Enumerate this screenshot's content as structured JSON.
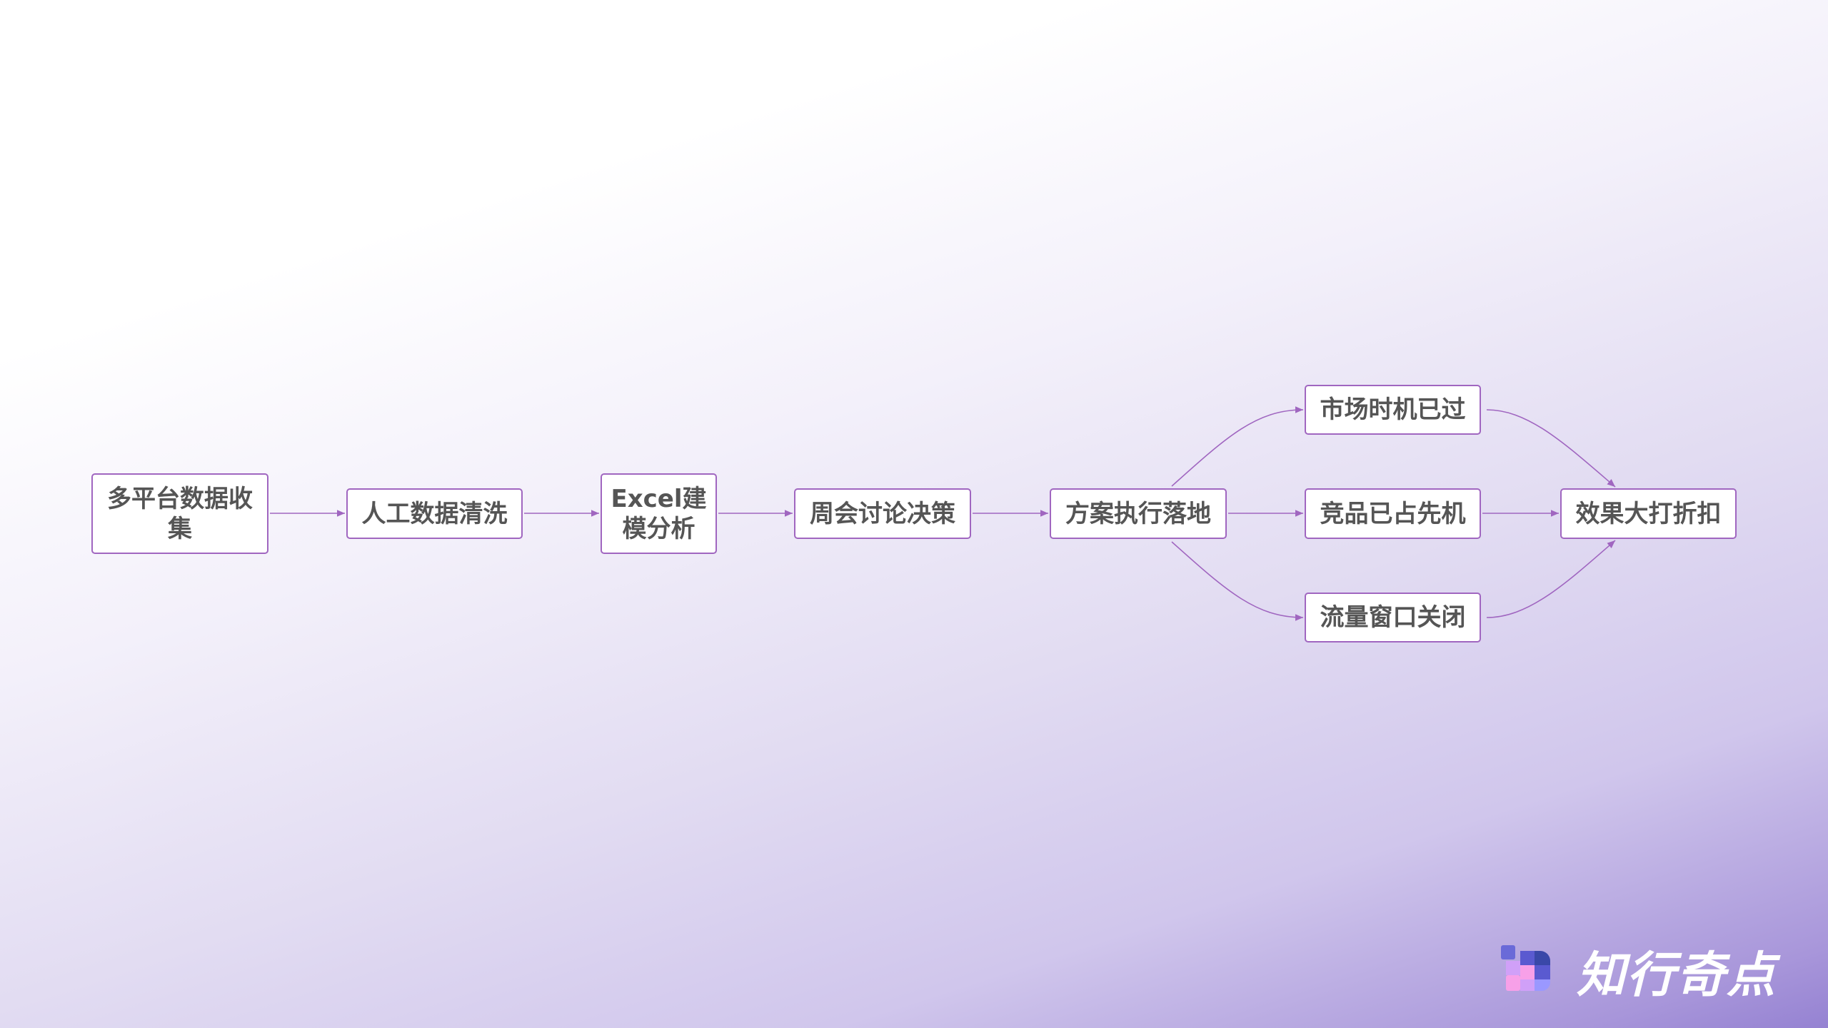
{
  "nodes": {
    "n1": "多平台数据收集",
    "n2": "人工数据清洗",
    "n3": "Excel建模分析",
    "n4": "周会讨论决策",
    "n5": "方案执行落地",
    "n6": "市场时机已过",
    "n7": "竞品已占先机",
    "n8": "流量窗口关闭",
    "n9": "效果大打折扣"
  },
  "edge_color": "#a066c0",
  "logo": {
    "text": "知行奇点"
  }
}
